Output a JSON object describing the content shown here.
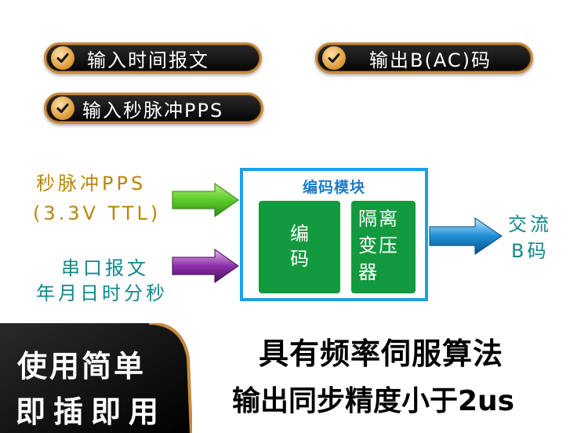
{
  "badges": [
    {
      "text": "输入时间报文"
    },
    {
      "text": "输出B(AC)码"
    },
    {
      "text": "输入秒脉冲PPS"
    }
  ],
  "inputs": {
    "pps_line1": "秒脉冲PPS",
    "pps_line2": "(3.3V TTL)",
    "serial_line1": "串口报文",
    "serial_line2": "年月日时分秒"
  },
  "module": {
    "title": "编码模块",
    "encode": "编码",
    "isolation": "隔离变压器"
  },
  "output": {
    "line1": "交流",
    "line2": "B码"
  },
  "features": {
    "line1": "具有频率伺服算法",
    "line2": "输出同步精度小于2us"
  },
  "corner": {
    "line1": "使用简单",
    "line2": "即插即用"
  },
  "colors": {
    "green_arrow": "#5ecb2c",
    "purple_arrow": "#8c2fa8",
    "blue_arrow": "#1e8fd6",
    "module_border": "#1ea0e6",
    "box_green": "#139a3f",
    "gold": "#c98a3e"
  }
}
